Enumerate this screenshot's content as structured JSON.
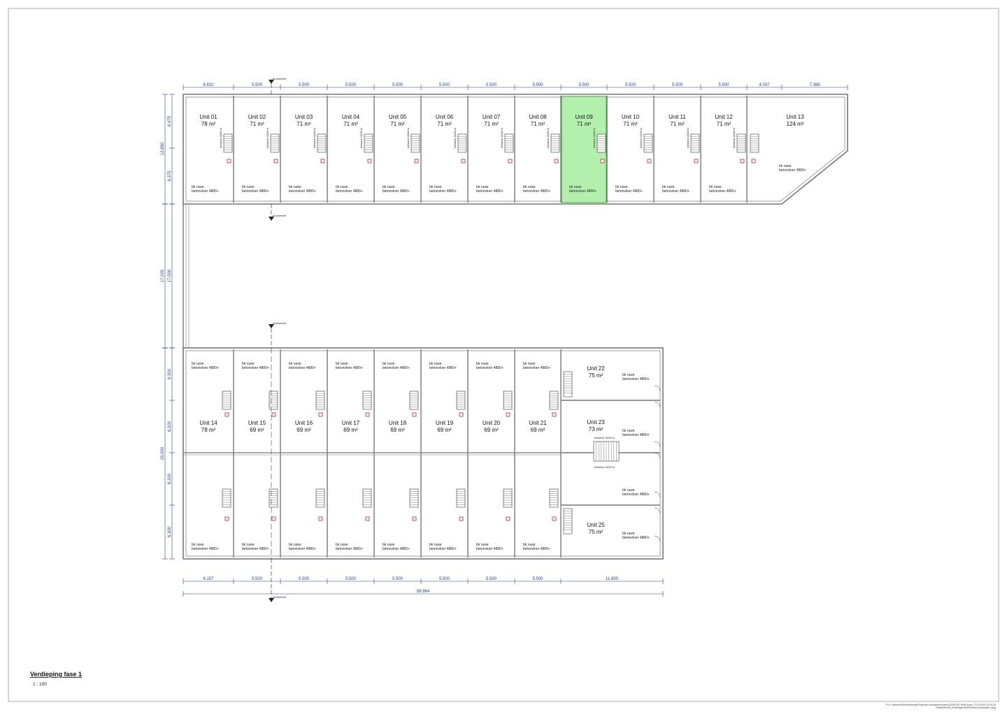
{
  "drawing": {
    "title": "Verdieping fase 1",
    "scale": "1 : 100",
    "file_path": [
      "P:\\c. Malsoen\\Woellenbergs\\Projecten bouwtekeningen\\2020\\C09_NN6 bouw- 19-4-2020 10:20:20",
      "I:\\Malsoen\\05_betalingen\\DWG\\Kleen-bouwfase1.dwg"
    ]
  },
  "colors": {
    "dimension": "#1f3fa0",
    "wall": "#777777",
    "highlight_fill": "#b3f0ae",
    "highlight_stroke": "#3aa33a"
  },
  "top_dimensions": [
    "6.810",
    "5.500",
    "5.500",
    "5.500",
    "5.500",
    "5.500",
    "5.500",
    "5.500",
    "5.500",
    "5.500",
    "5.500",
    "5.500",
    "4.037",
    "7.368"
  ],
  "top_left_dimensions": [
    "6.475",
    "12.850",
    "6.375"
  ],
  "mid_left_dimensions": [
    "17.000",
    "17.000"
  ],
  "bottom_left_dimensions": [
    "6.300",
    "25.000",
    "6.200",
    "6.200",
    "6.300"
  ],
  "bottom_dimensions": [
    "6.157",
    "5.500",
    "5.500",
    "5.500",
    "5.500",
    "5.500",
    "5.500",
    "5.500",
    "11.650"
  ],
  "bottom_total": "58.964",
  "section_marker": "doorsnede",
  "floor_note": [
    "bk ruwe",
    "betonvloer 4880+"
  ],
  "stair_note": "helwerk 1000+vl",
  "units_top": [
    {
      "name": "Unit 01",
      "area": "78 m²",
      "highlight": false
    },
    {
      "name": "Unit 02",
      "area": "71 m²",
      "highlight": false
    },
    {
      "name": "Unit 03",
      "area": "71 m²",
      "highlight": false
    },
    {
      "name": "Unit 04",
      "area": "71 m²",
      "highlight": false
    },
    {
      "name": "Unit 05",
      "area": "71 m²",
      "highlight": false
    },
    {
      "name": "Unit 06",
      "area": "71 m²",
      "highlight": false
    },
    {
      "name": "Unit 07",
      "area": "71 m²",
      "highlight": false
    },
    {
      "name": "Unit 08",
      "area": "71 m²",
      "highlight": false
    },
    {
      "name": "Unit 09",
      "area": "71 m²",
      "highlight": true
    },
    {
      "name": "Unit 10",
      "area": "71 m²",
      "highlight": false
    },
    {
      "name": "Unit 11",
      "area": "71 m²",
      "highlight": false
    },
    {
      "name": "Unit 12",
      "area": "71 m²",
      "highlight": false
    }
  ],
  "unit_13": {
    "name": "Unit 13",
    "area": "124 m²"
  },
  "units_bottom": [
    {
      "name": "Unit 14",
      "area": "78 m²"
    },
    {
      "name": "Unit 15",
      "area": "69 m²"
    },
    {
      "name": "Unit 16",
      "area": "69 m²"
    },
    {
      "name": "Unit 17",
      "area": "69 m²"
    },
    {
      "name": "Unit 18",
      "area": "69 m²"
    },
    {
      "name": "Unit 19",
      "area": "69 m²"
    },
    {
      "name": "Unit 20",
      "area": "69 m²"
    },
    {
      "name": "Unit 21",
      "area": "69 m²"
    }
  ],
  "units_right": [
    {
      "name": "Unit 22",
      "area": "75 m²"
    },
    {
      "name": "Unit 23",
      "area": "73 m²"
    },
    {
      "name": "Unit 25",
      "area": "75 m²"
    }
  ]
}
